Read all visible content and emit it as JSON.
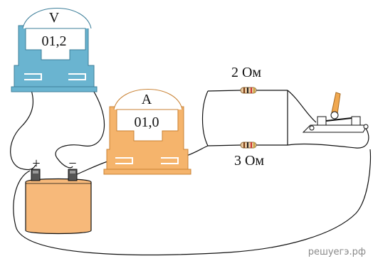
{
  "voltmeter": {
    "symbol": "V",
    "reading": "01,2",
    "color": "#6ab4d0"
  },
  "ammeter": {
    "symbol": "A",
    "reading": "01,0",
    "color": "#f5b46c"
  },
  "battery": {
    "plus": "+",
    "minus": "−",
    "color": "#f7b97a"
  },
  "resistors": [
    {
      "label": "2 Ом"
    },
    {
      "label": "3 Ом"
    }
  ],
  "switch": {
    "color": "#f0a850"
  },
  "watermark": "решуегэ.рф"
}
